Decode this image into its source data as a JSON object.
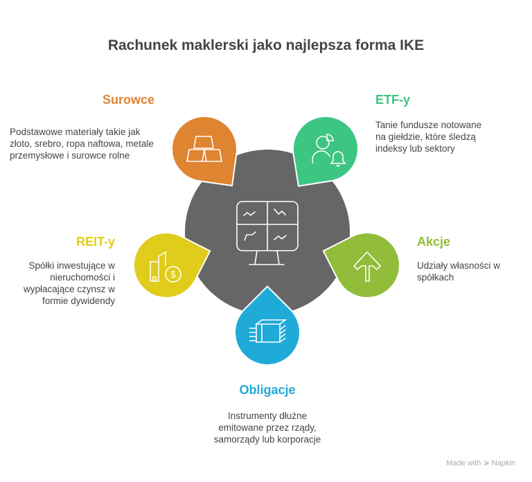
{
  "title": "Rachunek maklerski jako najlepsza forma IKE",
  "colors": {
    "center": "#666666",
    "surowce": "#df8431",
    "etf": "#3dc582",
    "reit": "#e0cc1a",
    "akcje": "#92bd3a",
    "obligacje": "#20aad8"
  },
  "items": {
    "surowce": {
      "heading": "Surowce",
      "desc": "Podstawowe materiały takie jak złoto, srebro, ropa naftowa, metale przemysłowe i surowce rolne",
      "icon": "gold-bars-icon"
    },
    "etf": {
      "heading": "ETF-y",
      "desc": "Tanie fundusze notowane na giełdzie, które śledzą indeksy lub sektory",
      "icon": "person-chart-bell-icon"
    },
    "reit": {
      "heading": "REIT-y",
      "desc": "Spółki inwestujące w nieruchomości i wypłacające czynsz w formie dywidendy",
      "icon": "building-dollar-icon"
    },
    "akcje": {
      "heading": "Akcje",
      "desc": "Udziały własności w spółkach",
      "icon": "arrow-up-icon"
    },
    "obligacje": {
      "heading": "Obligacje",
      "desc": "Instrumenty dłużne emitowane przez rządy, samorządy lub korporacje",
      "icon": "money-stack-icon"
    }
  },
  "center_icon": "monitor-charts-icon",
  "footer": "Made with ≽ Napkin"
}
